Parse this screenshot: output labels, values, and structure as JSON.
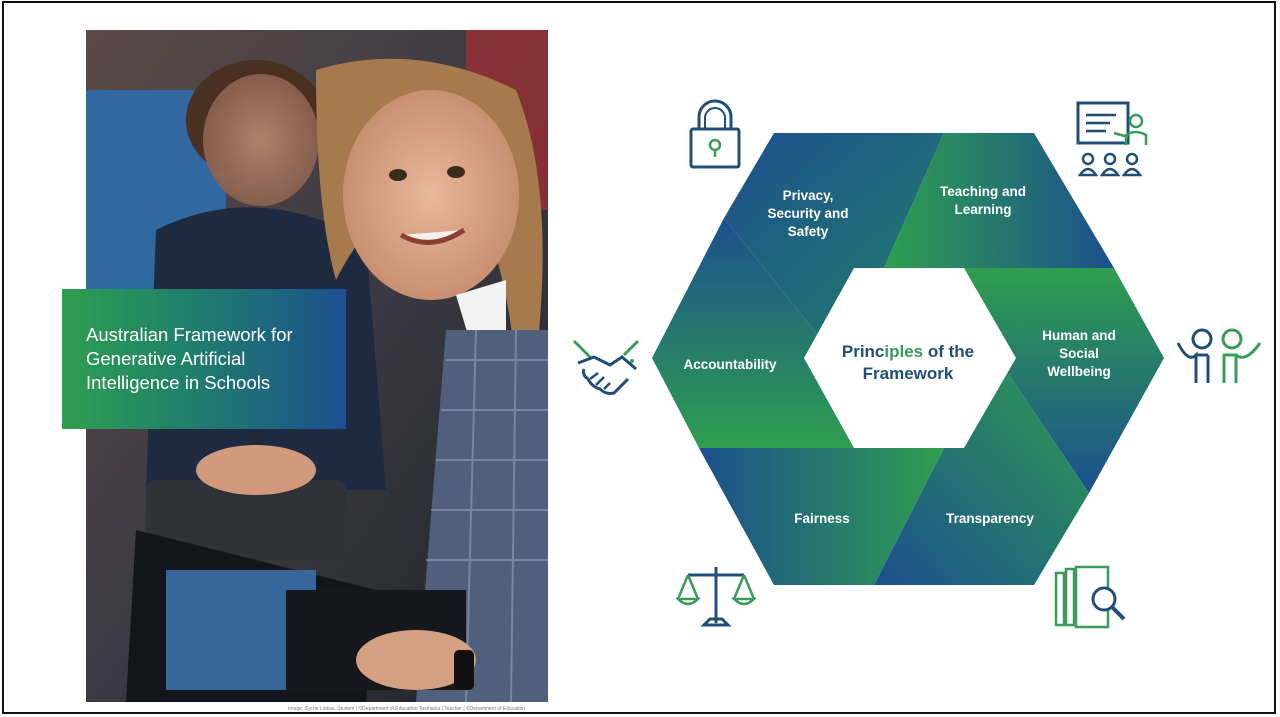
{
  "cover": {
    "title": "Australian Framework for Generative Artificial Intelligence in Schools",
    "credit": "Image: Sycrie Linkas, Student | ©Department of Education Tasmania | Teacher | ©Department of Education"
  },
  "framework": {
    "center_title_part1": "Princ",
    "center_title_highlight": "iples",
    "center_title_part2": " of the",
    "center_title_line2": "Framework",
    "principles": [
      {
        "label": "Privacy, Security and Safety",
        "icon": "lock-icon"
      },
      {
        "label": "Teaching and Learning",
        "icon": "presentation-icon"
      },
      {
        "label": "Human and Social Wellbeing",
        "icon": "people-icon"
      },
      {
        "label": "Transparency",
        "icon": "document-search-icon"
      },
      {
        "label": "Fairness",
        "icon": "scales-icon"
      },
      {
        "label": "Accountability",
        "icon": "handshake-icon"
      }
    ],
    "colors": {
      "blue": "#1c4f8e",
      "green": "#2e9e4f",
      "icon_green": "#3a9b5a",
      "icon_blue": "#1f4e79"
    }
  }
}
